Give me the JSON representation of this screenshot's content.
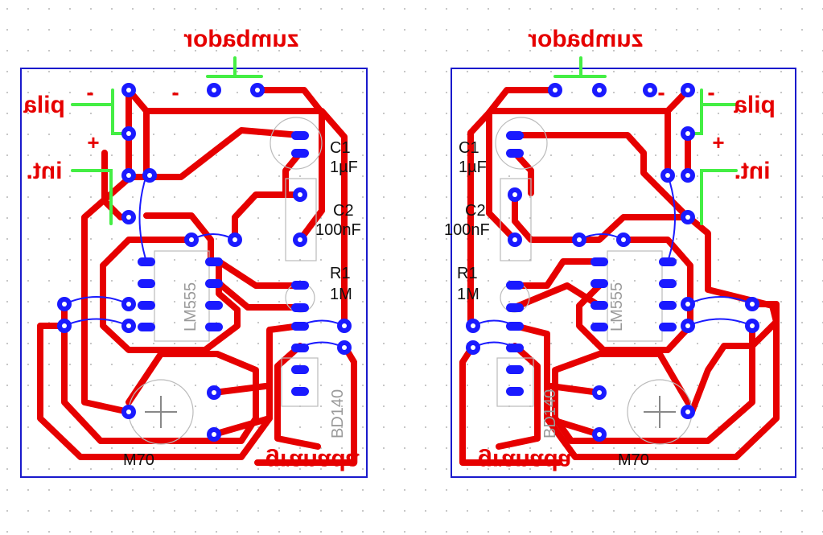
{
  "colors": {
    "background": "#ffffff",
    "grid_dot": "#b5b5b5",
    "trace": "#e60000",
    "pad": "#1a1aff",
    "pad_hole": "#ffffff",
    "board_outline": "#1a1acc",
    "jumper": "#1a1aff",
    "wire": "#44ee44",
    "silkscreen": "#bbbbbb",
    "label_red": "#e60000",
    "label_black": "#111111",
    "label_gray": "#9a9a9a"
  },
  "layouts": [
    {
      "title": "zumbador",
      "pila": "pila",
      "int": "int.",
      "granada": "granada",
      "minus1": "-",
      "minus2": "-",
      "minus3": "-",
      "plus": "+",
      "c1_name": "C1",
      "c1_value": "1µF",
      "c2_name": "C2",
      "c2_value": "100nF",
      "r1_name": "R1",
      "r1_value": "1M",
      "ic": "LM555",
      "transistor": "BD140",
      "motor": "M70"
    },
    {
      "title": "zumbador",
      "pila": "pila",
      "int": "int.",
      "granada": "granada",
      "minus1": "-",
      "minus2": "-",
      "plus": "+",
      "c1_name": "C1",
      "c1_value": "1µF",
      "c2_name": "C2",
      "c2_value": "100nF",
      "r1_name": "R1",
      "r1_value": "1M",
      "ic": "LM555",
      "transistor": "BD140",
      "motor": "M70"
    }
  ]
}
